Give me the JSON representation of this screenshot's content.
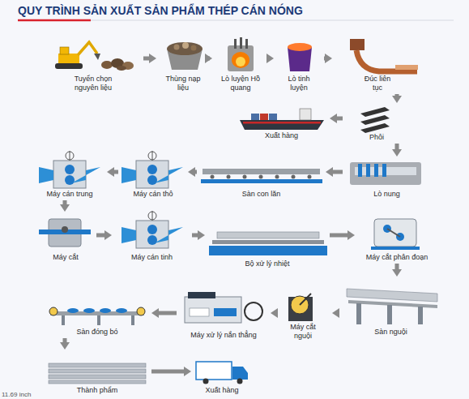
{
  "diagram": {
    "title": "QUY TRÌNH SẢN XUẤT SẢN PHẨM THÉP CÁN NÓNG",
    "nodes": [
      {
        "text": [
          "Tuyển chọn nguyên liệu"
        ]
      },
      {
        "text": [
          "Thùng nạp liệu"
        ]
      },
      {
        "text": [
          "Lò luyện Hồ quang"
        ]
      },
      {
        "text": [
          "Lò tinh luyện"
        ]
      },
      {
        "text": [
          "Đúc liên tục"
        ]
      },
      {
        "text": [
          "Phôi"
        ]
      },
      {
        "text": [
          "Xuất hàng"
        ]
      },
      {
        "text": [
          "Lò nung"
        ]
      },
      {
        "text": [
          "Sàn con lăn"
        ]
      },
      {
        "text": [
          "Máy cán thô"
        ]
      },
      {
        "text": [
          "Máy cán trung"
        ]
      },
      {
        "text": [
          "Máy cắt"
        ]
      },
      {
        "text": [
          "Máy cán tinh"
        ]
      },
      {
        "text": [
          "Bộ xử lý nhiệt"
        ]
      },
      {
        "text": [
          "Máy cắt phân đoạn"
        ]
      },
      {
        "text": [
          "Sàn nguội"
        ]
      },
      {
        "text": [
          "Máy cắt nguội"
        ]
      },
      {
        "text": [
          "Máy xử lý nắn thẳng"
        ]
      },
      {
        "text": [
          "Sàn đóng bó"
        ]
      },
      {
        "text": [
          "Thành phẩm"
        ]
      },
      {
        "text": [
          "Xuất hàng"
        ]
      }
    ],
    "edges": [
      {
        "from": 0,
        "to": 1,
        "arrow": "to"
      },
      {
        "from": 1,
        "to": 2,
        "arrow": "to"
      },
      {
        "from": 2,
        "to": 3,
        "arrow": "to"
      },
      {
        "from": 3,
        "to": 4,
        "arrow": "to"
      },
      {
        "from": 4,
        "to": 5,
        "arrow": "to"
      },
      {
        "from": 5,
        "to": 6,
        "arrow": "to"
      },
      {
        "from": 5,
        "to": 7,
        "arrow": "to"
      },
      {
        "from": 7,
        "to": 8,
        "arrow": "to"
      },
      {
        "from": 8,
        "to": 9,
        "arrow": "to"
      },
      {
        "from": 9,
        "to": 10,
        "arrow": "to"
      },
      {
        "from": 10,
        "to": 11,
        "arrow": "to"
      },
      {
        "from": 11,
        "to": 12,
        "arrow": "to"
      },
      {
        "from": 12,
        "to": 13,
        "arrow": "to"
      },
      {
        "from": 13,
        "to": 14,
        "arrow": "to"
      },
      {
        "from": 14,
        "to": 15,
        "arrow": "to"
      },
      {
        "from": 15,
        "to": 16,
        "arrow": "to"
      },
      {
        "from": 16,
        "to": 17,
        "arrow": "to"
      },
      {
        "from": 17,
        "to": 18,
        "arrow": "to"
      },
      {
        "from": 18,
        "to": 19,
        "arrow": "to"
      },
      {
        "from": 19,
        "to": 20,
        "arrow": "to"
      }
    ],
    "labels": [
      "11.69 inch"
    ]
  }
}
